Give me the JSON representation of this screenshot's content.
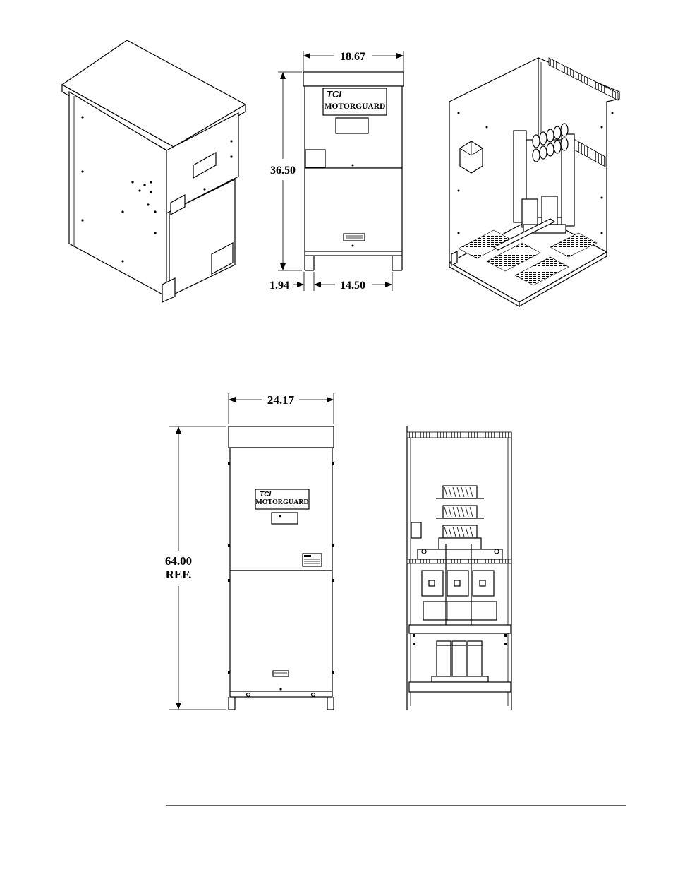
{
  "labels": {
    "small_width_top": "18.67",
    "small_height": "36.50",
    "small_offset": "1.94",
    "small_width_bottom": "14.50",
    "large_width": "24.17",
    "large_height_value": "64.00",
    "large_height_note": "REF."
  },
  "nameplate": {
    "logo": "TCI",
    "product": "MOTORGUARD"
  }
}
